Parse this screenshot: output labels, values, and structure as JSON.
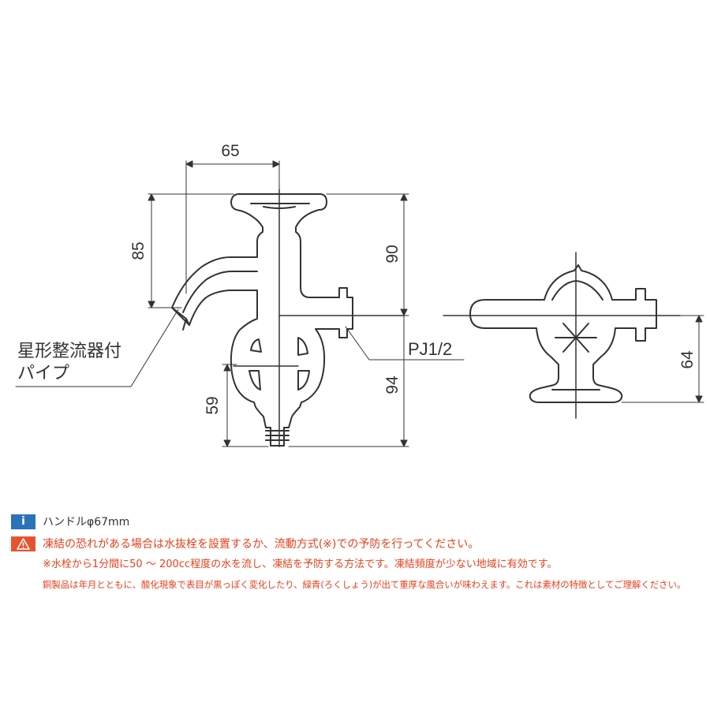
{
  "dimensions": {
    "top_width": "65",
    "pipe_height": "85",
    "total_height": "90",
    "lower_height": "94",
    "body_height": "59",
    "side_height": "64"
  },
  "callouts": {
    "pipe_label_line1": "星形整流器付",
    "pipe_label_line2": "パイプ",
    "thread_label": "PJ1/2"
  },
  "colors": {
    "line": "#333333",
    "info_badge": "#2a73b8",
    "warning_badge": "#e8532f",
    "warning_text": "#e8401c"
  },
  "notes": {
    "info_icon": "info-icon",
    "info": "ハンドルφ67mm",
    "warning_icon": "warning-icon",
    "warning": "凍結の恐れがある場合は水抜栓を設置するか、流動方式(※)での予防を行ってください。",
    "flow_method": "※水栓から1分間に50 ～ 200cc程度の水を流し、凍結を予防する方法です。凍結頻度が少ない地域に有効です。",
    "copper": "銅製品は年月とともに、酸化現象で表目が黒っぽく変化したり、緑青(ろくしょう)が出て重厚な風合いが味わえます。これは素材の特徴としてご理解ください。"
  }
}
